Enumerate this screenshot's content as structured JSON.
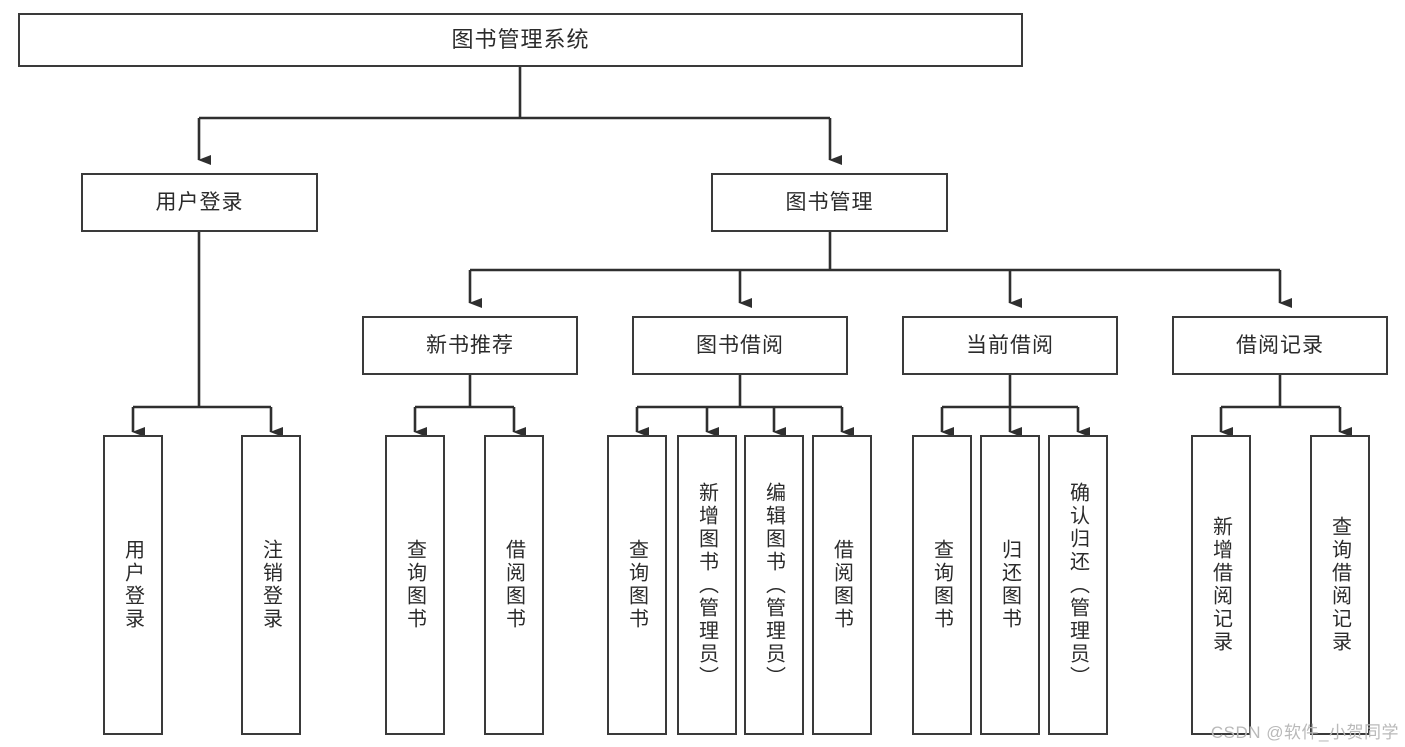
{
  "diagram": {
    "type": "tree-hierarchy",
    "root": {
      "label": "图书管理系统"
    },
    "level2": [
      {
        "label": "用户登录"
      },
      {
        "label": "图书管理"
      }
    ],
    "level3": [
      {
        "label": "新书推荐"
      },
      {
        "label": "图书借阅"
      },
      {
        "label": "当前借阅"
      },
      {
        "label": "借阅记录"
      }
    ],
    "leaves": [
      {
        "label": "用户登录"
      },
      {
        "label": "注销登录"
      },
      {
        "label": "查询图书"
      },
      {
        "label": "借阅图书"
      },
      {
        "label": "查询图书"
      },
      {
        "label": "新增图书（管理员）"
      },
      {
        "label": "编辑图书（管理员）"
      },
      {
        "label": "借阅图书"
      },
      {
        "label": "查询图书"
      },
      {
        "label": "归还图书"
      },
      {
        "label": "确认归还（管理员）"
      },
      {
        "label": "新增借阅记录"
      },
      {
        "label": "查询借阅记录"
      }
    ],
    "colors": {
      "box_border": "#3a3a3a",
      "box_fill": "#ffffff",
      "text": "#2b2b2b",
      "connector": "#2f2f2f",
      "watermark": "#b9b9b9",
      "background": "#ffffff"
    }
  },
  "watermark": {
    "text": "CSDN @软件_小贺同学"
  }
}
